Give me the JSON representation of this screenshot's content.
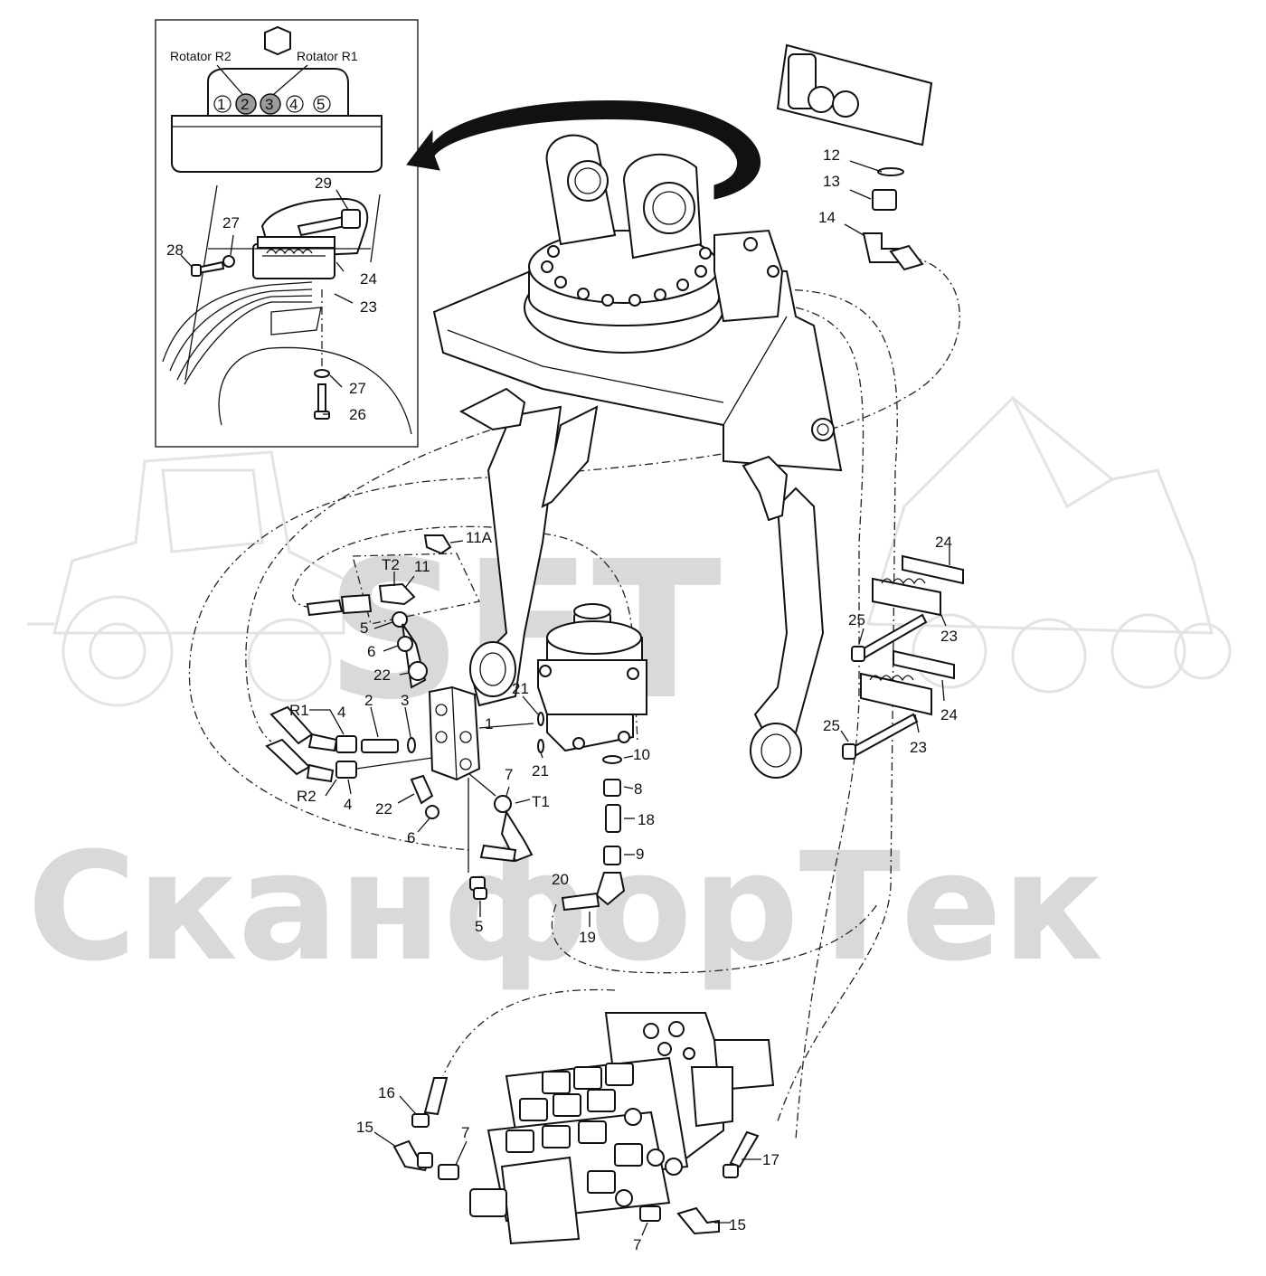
{
  "watermark": {
    "logo_text": "SFT",
    "brand_text": "СканфорТек"
  },
  "inset": {
    "connector_labels": {
      "left": "Rotator R2",
      "right": "Rotator R1"
    },
    "pins": [
      "1",
      "2",
      "3",
      "4",
      "5"
    ],
    "callouts": {
      "c29": "29",
      "c27a": "27",
      "c28": "28",
      "c24": "24",
      "c23": "23",
      "c27b": "27",
      "c26": "26"
    }
  },
  "callouts": {
    "c12": "12",
    "c13": "13",
    "c14": "14",
    "c11A": "11A",
    "cT2": "T2",
    "c11": "11",
    "c5a": "5",
    "c6a": "6",
    "c22a": "22",
    "cR1": "R1",
    "c4a": "4",
    "c2": "2",
    "c3": "3",
    "c1": "1",
    "c21a": "21",
    "c21b": "21",
    "cR2": "R2",
    "c4b": "4",
    "c22b": "22",
    "c6b": "6",
    "c7a": "7",
    "cT1": "T1",
    "c10": "10",
    "c8": "8",
    "c18": "18",
    "c9": "9",
    "c20": "20",
    "c19": "19",
    "c5b": "5",
    "c24a": "24",
    "c23a": "23",
    "c25a": "25",
    "c24b": "24",
    "c23b": "23",
    "c25b": "25",
    "c16": "16",
    "c15a": "15",
    "c7b": "7",
    "c17": "17",
    "c15b": "15",
    "c7c": "7"
  },
  "colors": {
    "line": "#111111",
    "watermark": "#d9d9d9",
    "pin_fill": "#9a9a9a"
  }
}
